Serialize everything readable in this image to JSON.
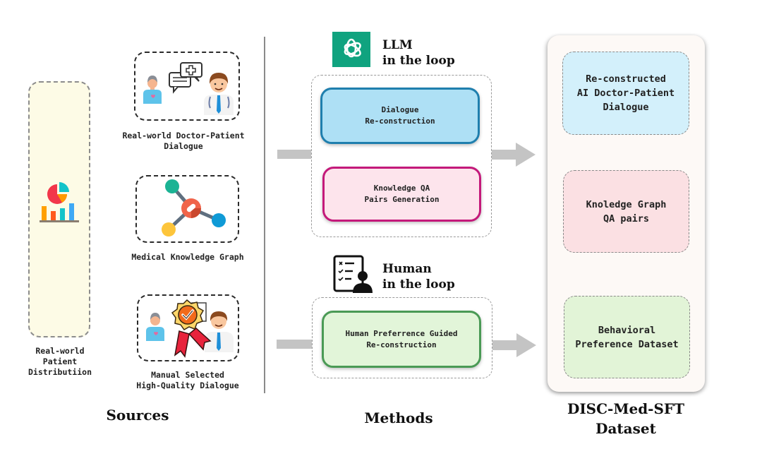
{
  "sources": {
    "heading": "Sources",
    "patient_distribution": {
      "label_lines": [
        "Real-world",
        "Patient",
        "Distributiion"
      ],
      "icon": "chart-statistics-icon",
      "fill_color": "#fdfbe6"
    },
    "items": [
      {
        "label_lines": [
          "Real-world Doctor-Patient",
          "Dialogue"
        ],
        "icon": "doctor-patient-dialogue-icon"
      },
      {
        "label_lines": [
          "Medical Knowledge Graph"
        ],
        "icon": "knowledge-graph-icon"
      },
      {
        "label_lines": [
          "Manual Selected",
          "High-Quality Dialogue"
        ],
        "icon": "quality-badge-dialogue-icon"
      }
    ]
  },
  "methods": {
    "heading": "Methods",
    "llm_group": {
      "title_lines": [
        "LLM",
        "in the loop"
      ],
      "icon": "openai-logo-icon",
      "icon_color": "#10a37f",
      "boxes": [
        {
          "label_lines": [
            "Dialogue",
            "Re-construction"
          ],
          "fill": "#aee0f5",
          "border": "#1f7fae"
        },
        {
          "label_lines": [
            "Knowledge QA",
            "Pairs Generation"
          ],
          "fill": "#fde4ec",
          "border": "#c4197a"
        }
      ]
    },
    "human_group": {
      "title_lines": [
        "Human",
        "in the loop"
      ],
      "icon": "human-checklist-icon",
      "boxes": [
        {
          "label_lines": [
            "Human Preferrence Guided",
            "Re-construction"
          ],
          "fill": "#e2f5d9",
          "border": "#4a9a55"
        }
      ]
    }
  },
  "dataset": {
    "heading_lines": [
      "DISC-Med-SFT",
      "Dataset"
    ],
    "container_fill": "#fdf9f6",
    "items": [
      {
        "label_lines": [
          "Re-constructed",
          "AI Doctor-Patient",
          "Dialogue"
        ],
        "fill": "#d3f0fb"
      },
      {
        "label_lines": [
          "Knoledge Graph",
          "QA pairs"
        ],
        "fill": "#fbe0e3"
      },
      {
        "label_lines": [
          "Behavioral",
          "Preference Dataset"
        ],
        "fill": "#e2f4d7"
      }
    ]
  }
}
